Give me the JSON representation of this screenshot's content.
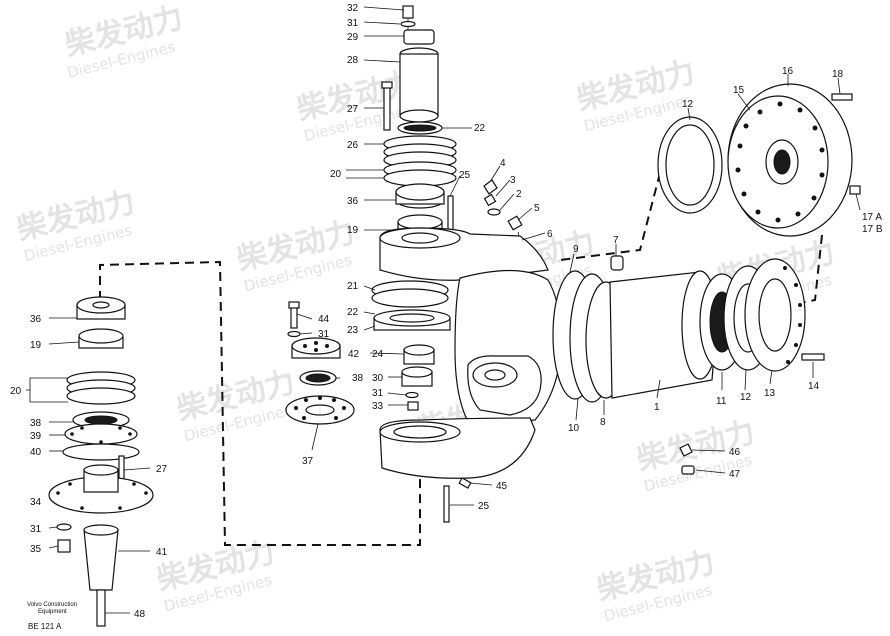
{
  "watermark": {
    "brand_cn": "柴发动力",
    "brand_en": "Diesel-Engines"
  },
  "caption": {
    "line1": "Volvo Construction",
    "line2": "Equipment",
    "ref": "BE 121 A"
  },
  "labels": [
    "32",
    "31",
    "29",
    "28",
    "27",
    "22",
    "26",
    "20",
    "4",
    "3",
    "2",
    "5",
    "25",
    "36",
    "19",
    "6",
    "9",
    "7",
    "16",
    "18",
    "12",
    "15",
    "17 A",
    "17 B",
    "21",
    "44",
    "31",
    "22",
    "23",
    "42",
    "24",
    "38",
    "30",
    "31",
    "33",
    "37",
    "1",
    "8",
    "10",
    "11",
    "12",
    "13",
    "14",
    "46",
    "47",
    "45",
    "25",
    "36",
    "19",
    "20",
    "38",
    "39",
    "40",
    "27",
    "34",
    "31",
    "35",
    "41",
    "48"
  ]
}
